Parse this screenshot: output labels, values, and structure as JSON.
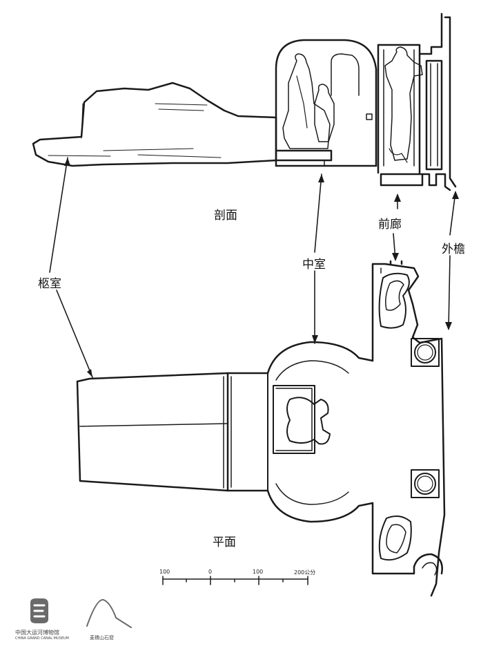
{
  "labels": {
    "section_view": "剖面",
    "plan_view": "平面",
    "rear_chamber": "柩室",
    "middle_chamber": "中室",
    "front_corridor": "前廊",
    "outer_eave": "外檐"
  },
  "scale_bar": {
    "ticks": [
      "100",
      "0",
      "100",
      "200公分"
    ]
  },
  "logos": {
    "museum_name": "中国大运河博物馆",
    "museum_subtitle": "CHINA GRAND CANAL MUSEUM",
    "site_name": "麦積山石窟"
  },
  "colors": {
    "ink": "#1a1a1a",
    "logo_gray": "#6a6a6a"
  }
}
